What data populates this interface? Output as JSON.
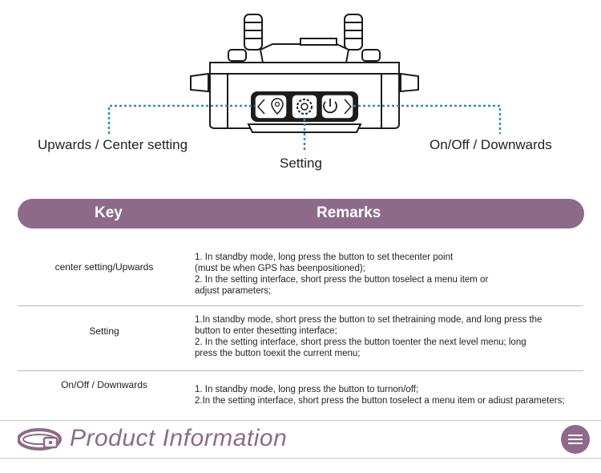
{
  "device": {
    "callouts": {
      "left": "Upwards / Center setting",
      "center": "Setting",
      "right": "On/Off  / Downwards"
    }
  },
  "table": {
    "header": {
      "key": "Key",
      "remarks": "Remarks"
    },
    "rows": [
      {
        "key": "center setting/Upwards",
        "remarks": [
          "1. In standby mode, long press the button to set thecenter point",
          "(must be when GPS has beenpositioned);",
          "2. In the setting interface, short press the button toselect a menu item or",
          "adjust parameters;"
        ]
      },
      {
        "key": "Setting",
        "remarks": [
          "1.In standby mode, short press the button to set thetraining mode, and long press the",
          "button to enter thesetting interface;",
          "2. In the setting interface, short press the button toenter the next level menu; long",
          "press the button toexit the current menu;"
        ]
      },
      {
        "key": "On/Off / Downwards",
        "remarks": [
          "1. In standby mode, long press the button to turnon/off;",
          "2.In the setting interface, short press the button toselect a menu item or adiust parameters;"
        ]
      }
    ]
  },
  "footer": {
    "title": "Product Information",
    "icon": "collar-icon",
    "menu_icon": "menu-icon"
  },
  "colors": {
    "accent": "#8e6a8a",
    "dotted_line": "#2b8fc4"
  }
}
